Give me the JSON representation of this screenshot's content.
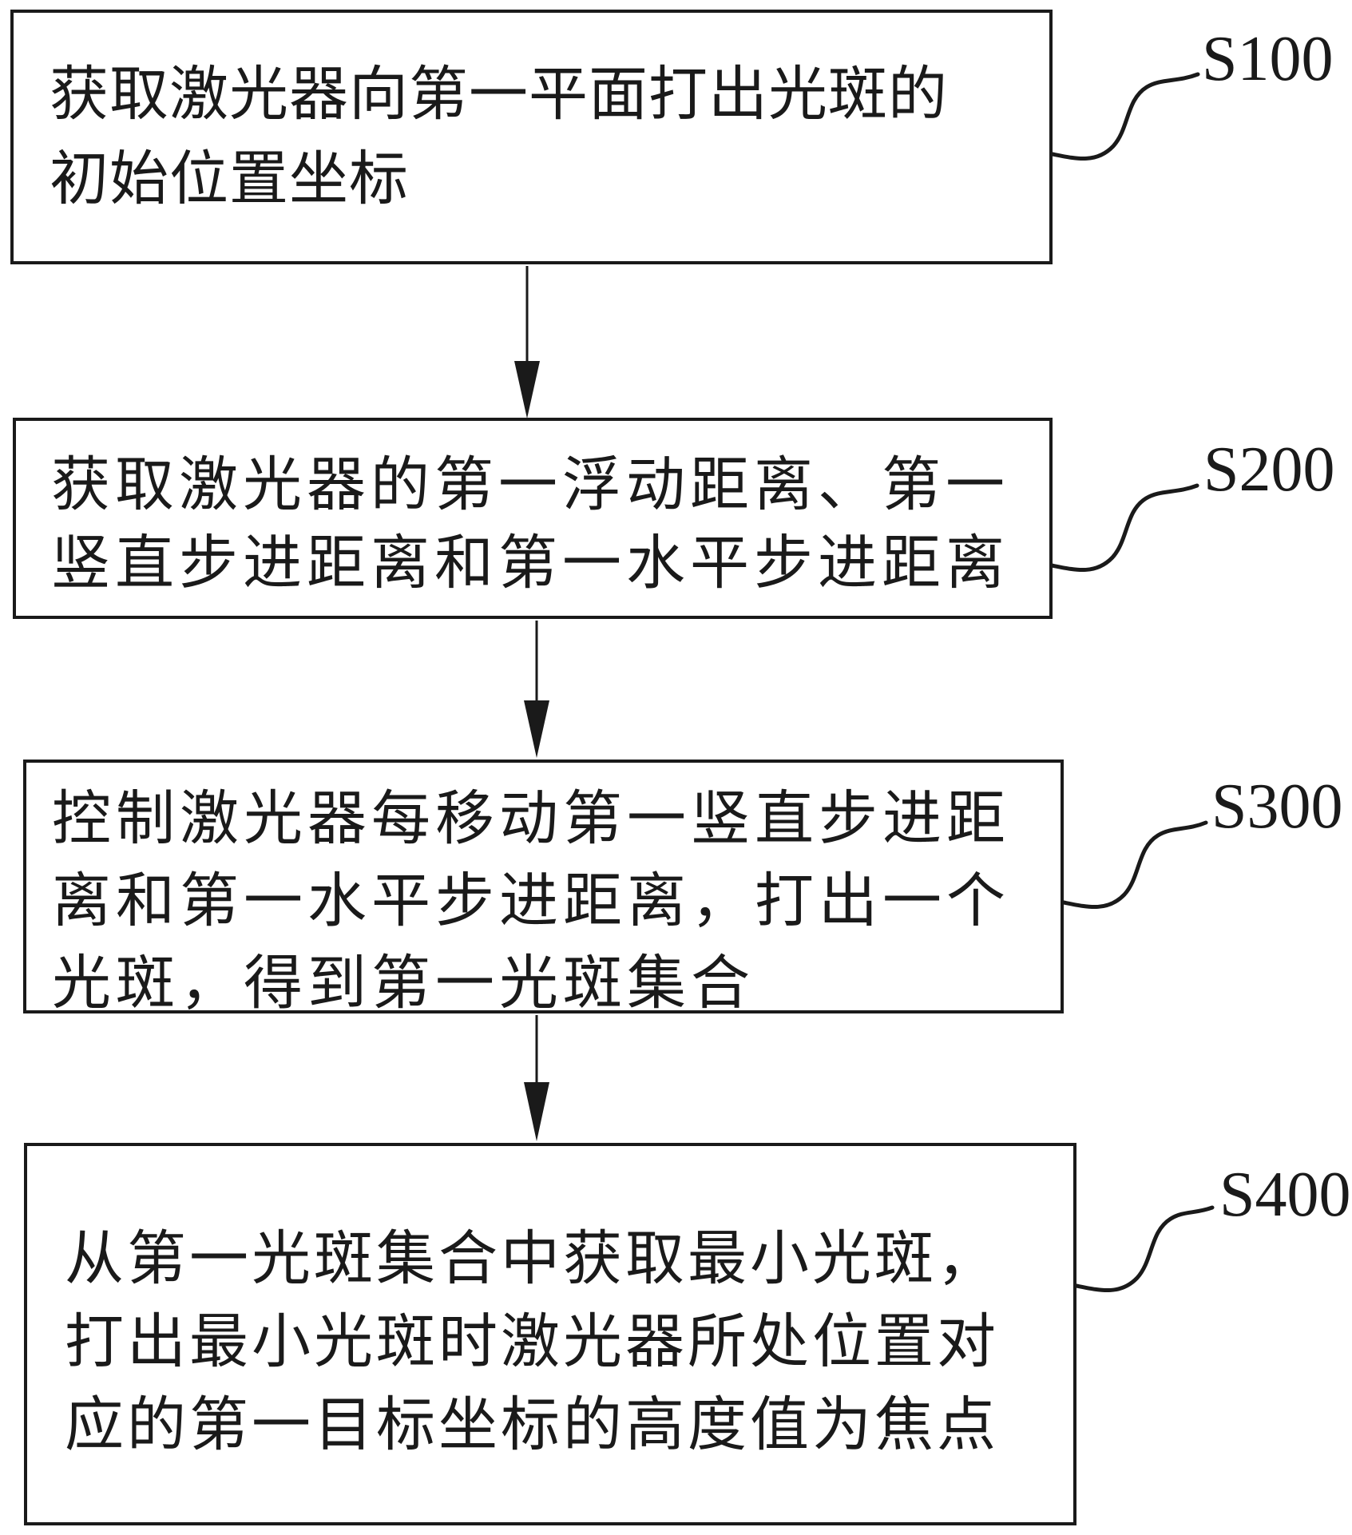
{
  "colors": {
    "ink": "#1a1a1a",
    "background": "#ffffff"
  },
  "steps": [
    {
      "label": "S100",
      "lines": [
        "获取激光器向第一平面打出光斑的",
        "初始位置坐标"
      ]
    },
    {
      "label": "S200",
      "lines": [
        "获取激光器的第一浮动距离、第一",
        "竖直步进距离和第一水平步进距离"
      ]
    },
    {
      "label": "S300",
      "lines": [
        "控制激光器每移动第一竖直步进距",
        "离和第一水平步进距离，打出一个",
        "光斑，得到第一光斑集合"
      ]
    },
    {
      "label": "S400",
      "lines": [
        "从第一光斑集合中获取最小光斑，",
        "打出最小光斑时激光器所处位置对",
        "应的第一目标坐标的高度值为焦点"
      ]
    }
  ]
}
